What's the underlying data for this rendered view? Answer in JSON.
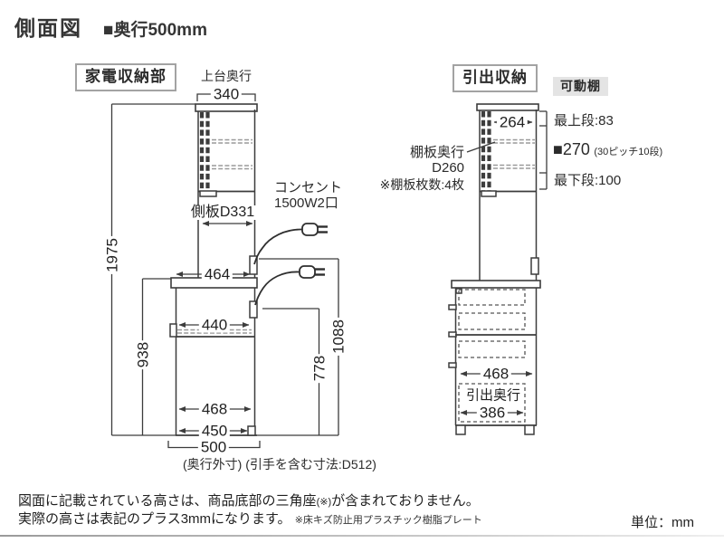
{
  "header": {
    "title": "側面図",
    "depth_label": "■奥行500mm"
  },
  "left_diagram": {
    "label": "家電収納部",
    "top_depth_caption": "上台奥行",
    "dim_340": "340",
    "dim_1975": "1975",
    "side_panel_label": "側板D331",
    "dim_464": "464",
    "outlet_line1": "コンセント",
    "outlet_line2": "1500W2口",
    "dim_938": "938",
    "dim_440": "440",
    "dim_778": "778",
    "dim_1088": "1088",
    "dim_468": "468",
    "dim_450": "450",
    "dim_500": "500",
    "footnote": "(奥行外寸) (引手を含む寸法:D512)"
  },
  "right_diagram": {
    "label": "引出収納",
    "movable_shelf_label": "可動棚",
    "dim_264": "264",
    "shelf_depth_line1": "棚板奥行",
    "shelf_depth_line2": "D260",
    "shelf_count_note": "※棚板枚数:4枚",
    "top_row_note": "最上段:83",
    "pitch_note_main": "■270",
    "pitch_note_sub": "(30ピッチ10段)",
    "bottom_row_note": "最下段:100",
    "dim_468": "468",
    "drawer_depth_label": "引出奥行",
    "dim_386": "386"
  },
  "footer": {
    "note1_main": "図面に記載されている高さは、商品底部の三角座",
    "note1_sup": "(※)",
    "note1_tail": "が含まれておりません。",
    "note2_main": "実際の高さは表記のプラス3mmになります。",
    "note2_small": "※床キズ防止用プラスチック樹脂プレート",
    "unit": "単位：mm"
  }
}
